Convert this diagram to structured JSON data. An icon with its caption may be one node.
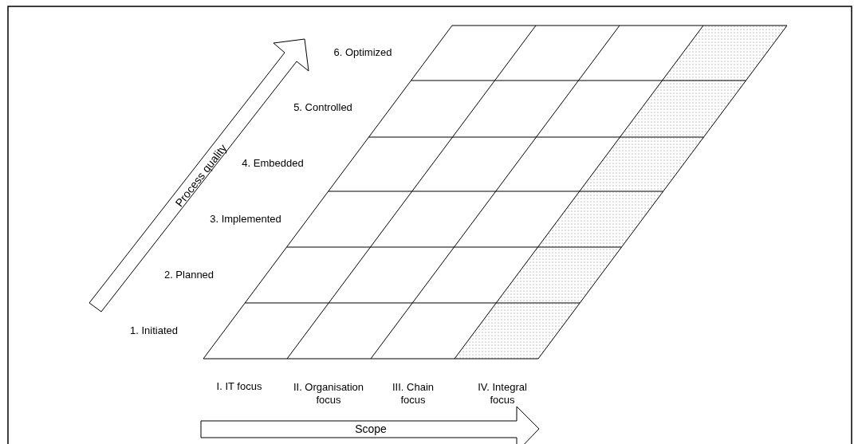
{
  "diagram": {
    "labels": [
      "6. Optimized",
      "5. Controlled",
      "Process quality",
      "4. Embedded",
      "3. Implemented",
      "2. Planned",
      "1. Initiated",
      "I. IT focus",
      "II. Organisation focus",
      "III. Chain focus",
      "IV. Integral focus",
      "Scope"
    ]
  }
}
